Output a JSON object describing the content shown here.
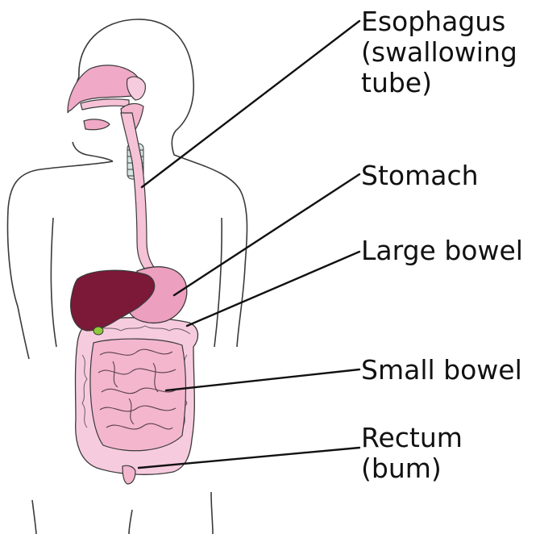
{
  "labels": {
    "esophagus": [
      "Esophagus",
      "(swallowing",
      "tube)"
    ],
    "stomach": [
      "Stomach"
    ],
    "large_bowel": [
      "Large bowel"
    ],
    "small_bowel": [
      "Small bowel"
    ],
    "rectum": [
      "Rectum",
      "(bum)"
    ]
  },
  "colors": {
    "outline": "#3a3a3a",
    "head_tissue": "#f0a9c6",
    "esophagus": "#f6c2d6",
    "trachea_rings": "#d6e6e1",
    "liver": "#7c1838",
    "stomach": "#ec9fbf",
    "intestine": "#f7cbde",
    "gallbladder": "#8ecb3a",
    "leader_line": "#111111"
  }
}
